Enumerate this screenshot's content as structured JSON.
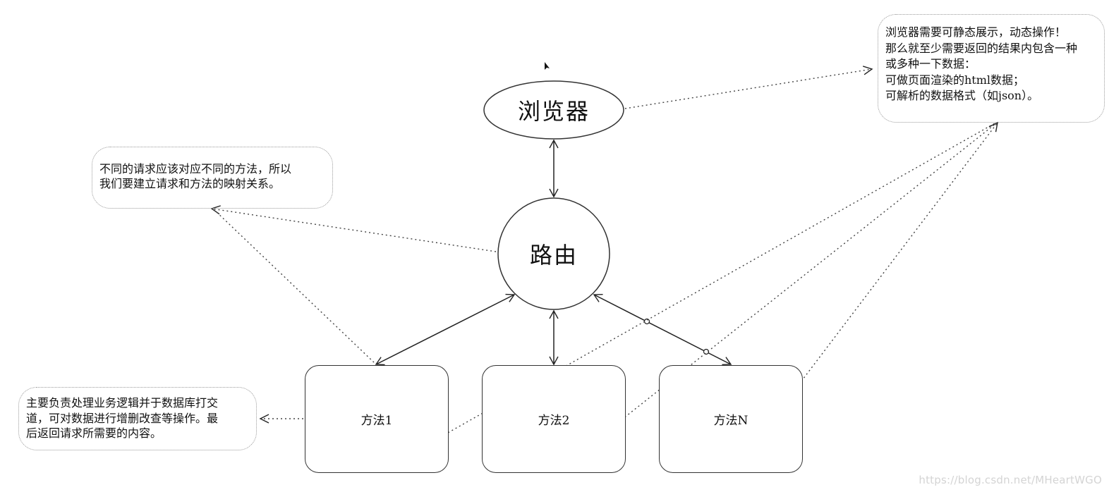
{
  "nodes": {
    "browser": "浏览器",
    "router": "路由",
    "methods": [
      "方法1",
      "方法2",
      "方法N"
    ]
  },
  "notes": {
    "router": "不同的请求应该对应不同的方法，所以\n我们要建立请求和方法的映射关系。",
    "browser": "浏览器需要可静态展示，动态操作！\n那么就至少需要返回的结果内包含一种\n或多种一下数据：\n可做页面渲染的html数据；\n可解析的数据格式（如json）。",
    "method": "主要负责处理业务逻辑并于数据库打交\n道，可对数据进行增删改查等操作。最\n后返回请求所需要的内容。"
  },
  "watermark": "https://blog.csdn.net/MHeartWGO"
}
